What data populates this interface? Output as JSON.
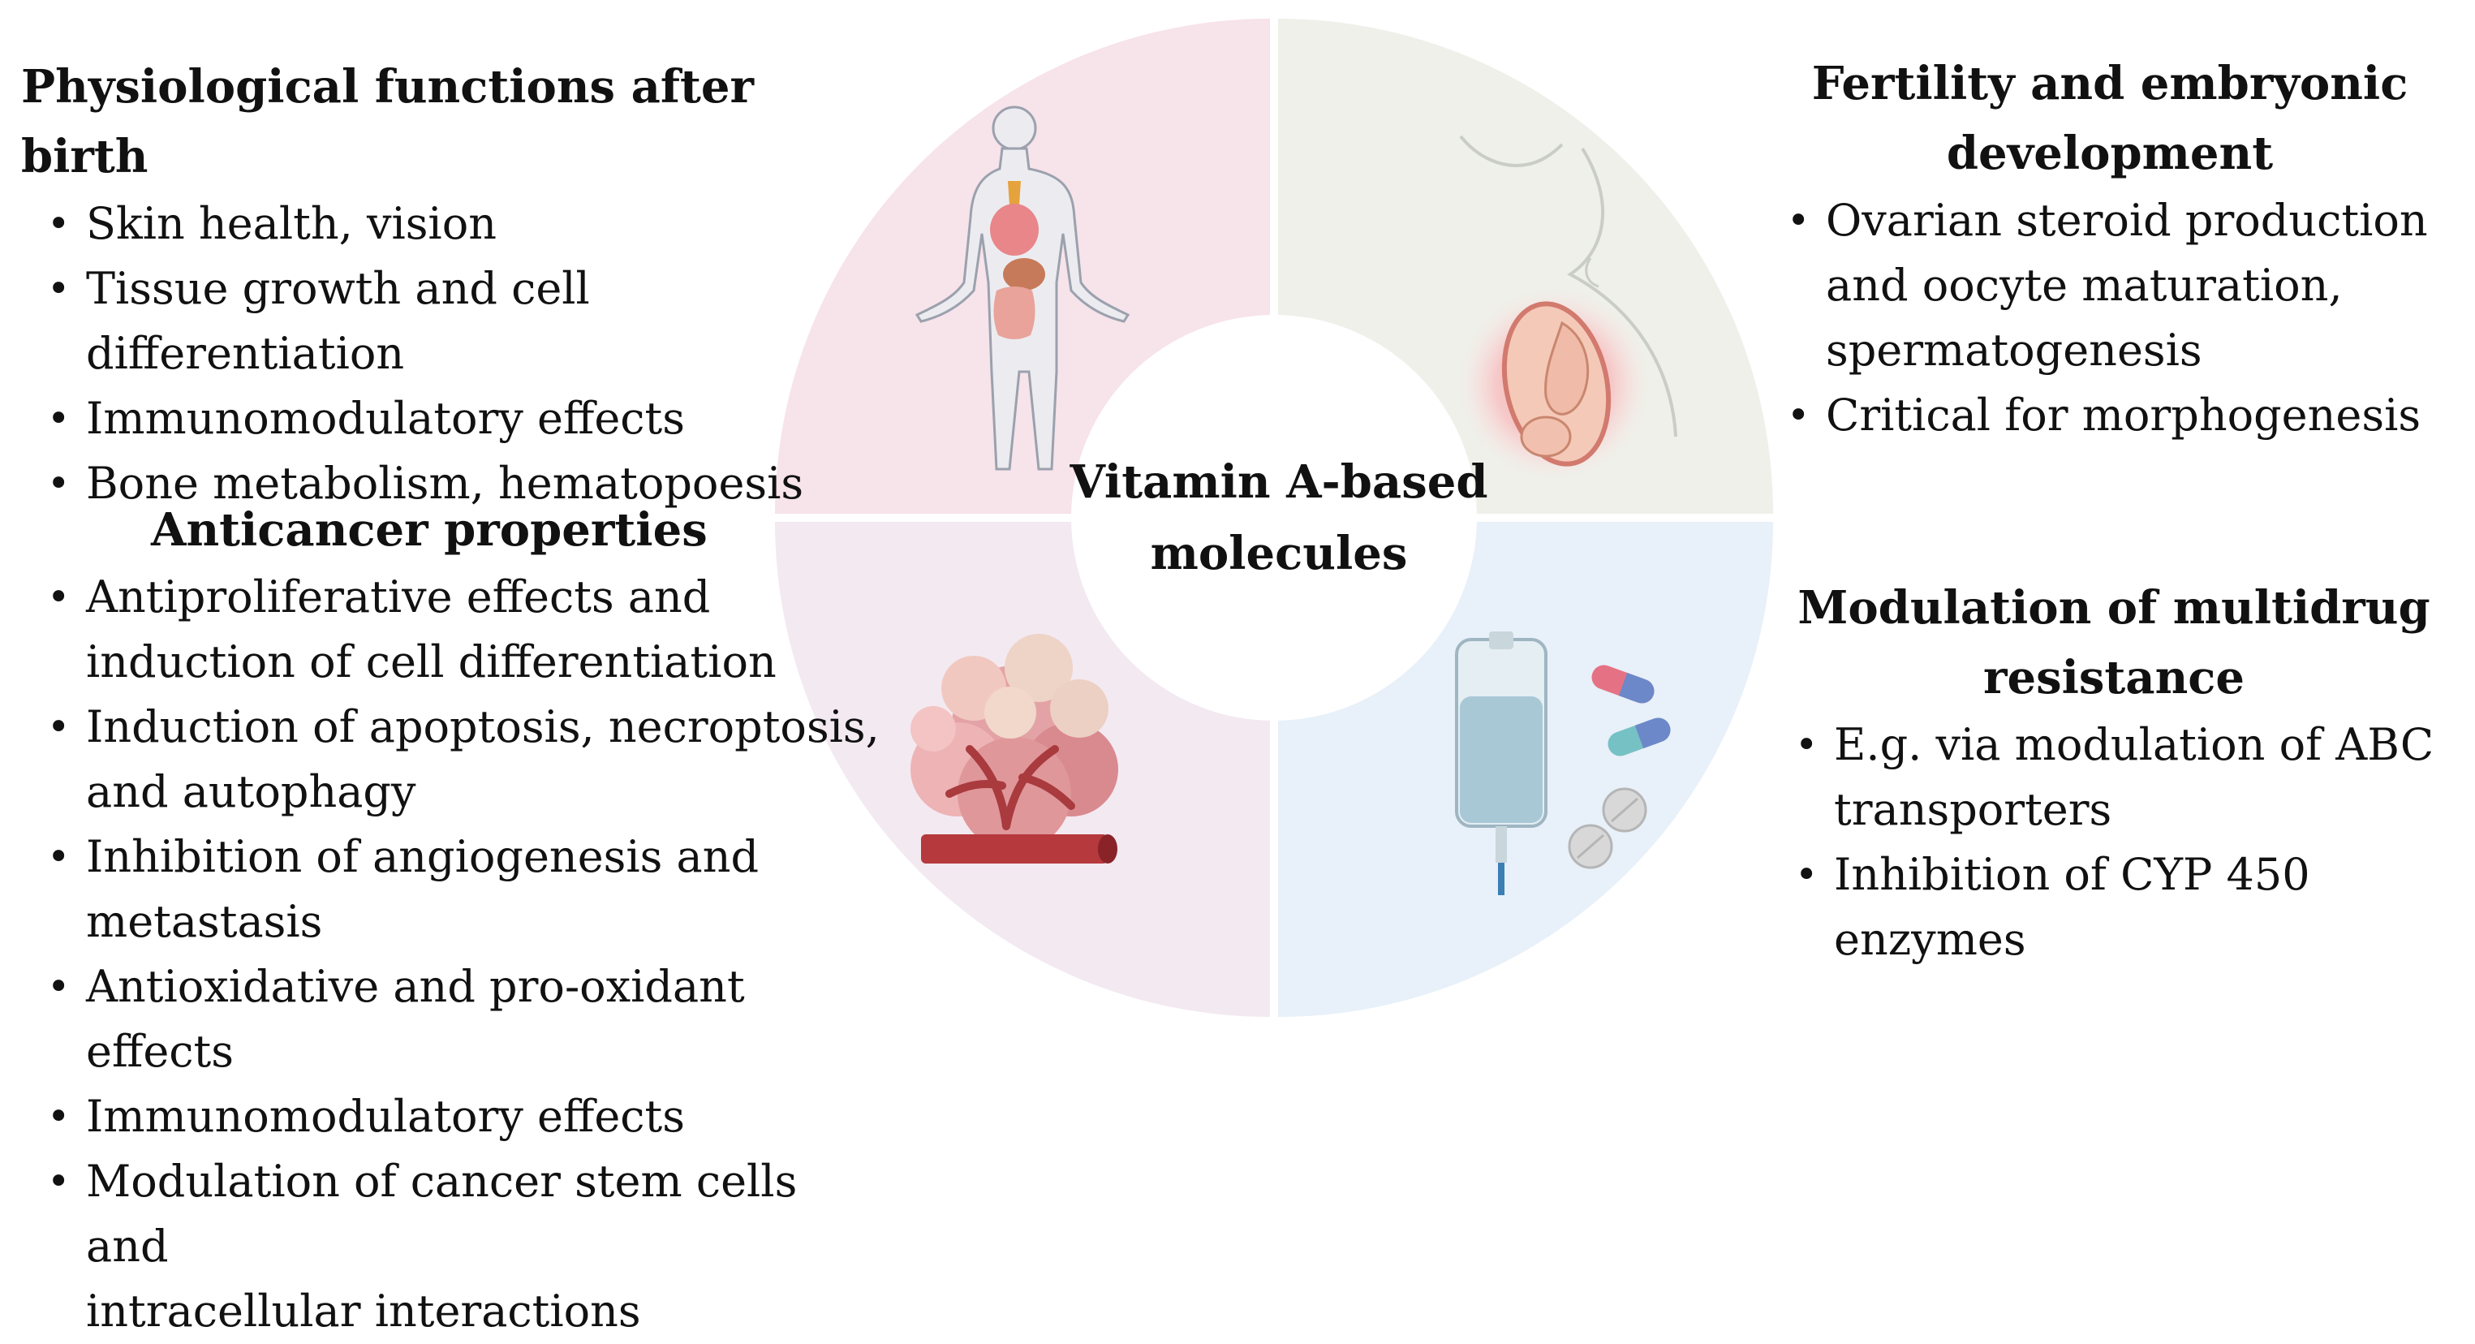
{
  "center": {
    "line1": "Vitamin A-based",
    "line2": "molecules"
  },
  "quadrants": {
    "physiological": {
      "heading": "Physiological functions after birth",
      "items": [
        [
          "Skin health, vision"
        ],
        [
          "Tissue growth and cell",
          "differentiation"
        ],
        [
          "Immunomodulatory effects"
        ],
        [
          "Bone metabolism, hematopoesis"
        ]
      ],
      "color": "#f7e3ea",
      "icon": "human-anatomy-icon"
    },
    "fertility": {
      "heading_lines": [
        "Fertility and embryonic",
        "development"
      ],
      "items": [
        [
          "Ovarian steroid production",
          "and oocyte maturation,",
          "spermatogenesis"
        ],
        [
          "Critical for morphogenesis"
        ]
      ],
      "color": "#eef0e9",
      "icon": "pregnancy-fetus-icon"
    },
    "anticancer": {
      "heading": "Anticancer properties",
      "items": [
        [
          "Antiproliferative effects and",
          "induction of cell differentiation"
        ],
        [
          "Induction of apoptosis, necroptosis,",
          "and autophagy"
        ],
        [
          "Inhibition of angiogenesis and",
          "metastasis"
        ],
        [
          "Antioxidative and pro-oxidant effects"
        ],
        [
          "Immunomodulatory effects"
        ],
        [
          "Modulation of cancer stem cells and",
          "intracellular interactions"
        ]
      ],
      "color": "#f3e9f1",
      "icon": "tumor-blood-vessel-icon"
    },
    "multidrug": {
      "heading_lines": [
        "Modulation of multidrug",
        "resistance"
      ],
      "items": [
        [
          "E.g. via modulation of ABC",
          "transporters"
        ],
        [
          "Inhibition of CYP 450 enzymes"
        ]
      ],
      "color": "#e8f0f9",
      "icon": "iv-bag-and-pills-icon"
    }
  }
}
